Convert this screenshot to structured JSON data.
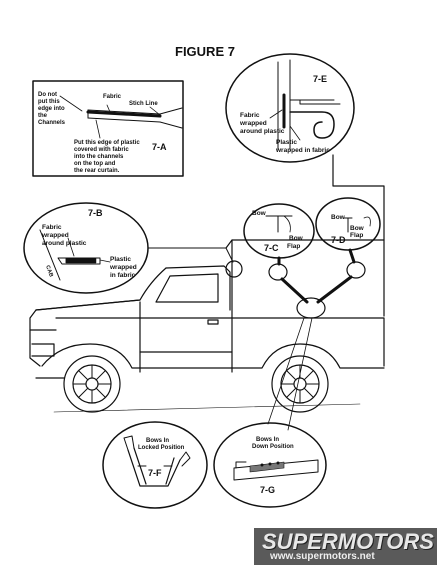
{
  "figure_title": "FIGURE 7",
  "detail_7a": {
    "label": "7-A",
    "note_left": [
      "Do not",
      "put this",
      "edge into",
      "the",
      "Channels"
    ],
    "fabric": "Fabric",
    "stitch_line": "Stich Line",
    "note_bottom": [
      "Put this edge of plastic",
      "covered with fabric",
      "into the channels",
      "on the top and",
      "the rear curtain."
    ]
  },
  "detail_7b": {
    "label": "7-B",
    "fabric_wrapped": [
      "Fabric",
      "wrapped",
      "around plastic"
    ],
    "plastic_wrapped": [
      "Plastic",
      "wrapped",
      "in fabric"
    ],
    "cab": "CAB"
  },
  "detail_7c": {
    "label": "7-C",
    "bow": "Bow",
    "bow_flap": [
      "Bow",
      "Flap"
    ]
  },
  "detail_7d": {
    "label": "7-D",
    "bow": "Bow",
    "bow_flap": [
      "Bow",
      "Flap"
    ]
  },
  "detail_7e": {
    "label": "7-E",
    "fabric_wrapped": [
      "Fabric",
      "wrapped",
      "around plastic"
    ],
    "plastic_wrapped": [
      "Plastic",
      "wrapped in fabric"
    ]
  },
  "detail_7f": {
    "label": "7-F",
    "bows": [
      "Bows In",
      "Locked Position"
    ]
  },
  "detail_7g": {
    "label": "7-G",
    "bows": [
      "Bows In",
      "Down Position"
    ]
  },
  "watermark": {
    "logo": "SUPERMOTORS",
    "url": "www.supermotors.net"
  }
}
